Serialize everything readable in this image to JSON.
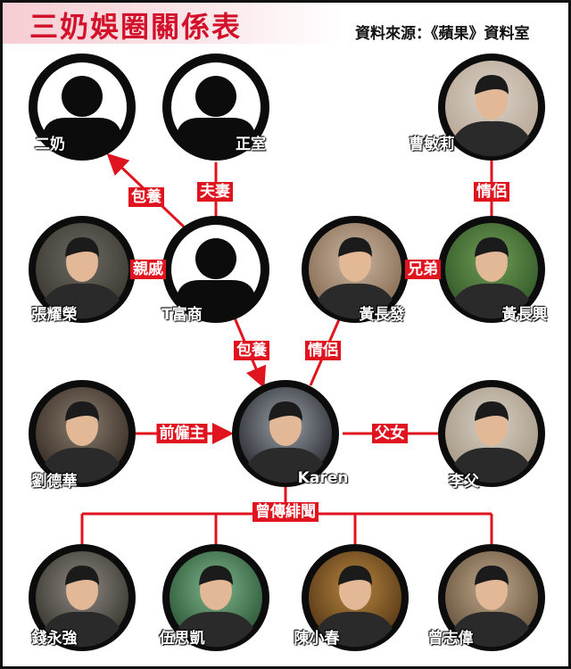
{
  "header": {
    "title": "三奶娛圈關係表",
    "source": "資料來源：《蘋果》資料室"
  },
  "colors": {
    "accent": "#e0141f",
    "title": "#d2112b",
    "circle": "#0c0c0c"
  },
  "people": {
    "ernai": {
      "name": "二奶",
      "icon": "silhouette-icon"
    },
    "zhengshi": {
      "name": "正室",
      "icon": "silhouette-icon"
    },
    "tfushang": {
      "name": "T富商",
      "icon": "silhouette-icon"
    },
    "zhangyaorong": {
      "name": "張耀榮",
      "icon": "portrait-photo"
    },
    "caominli": {
      "name": "曹敏莉",
      "icon": "portrait-photo"
    },
    "huangchangfa": {
      "name": "黃長發",
      "icon": "portrait-photo"
    },
    "huangchangxing": {
      "name": "黃長興",
      "icon": "portrait-photo"
    },
    "liudehua": {
      "name": "劉德華",
      "icon": "portrait-photo"
    },
    "karen": {
      "name": "Karen",
      "icon": "portrait-photo"
    },
    "lifu": {
      "name": "李父",
      "icon": "portrait-photo"
    },
    "qianyongqiang": {
      "name": "錢永強",
      "icon": "portrait-photo"
    },
    "wusikai": {
      "name": "伍思凱",
      "icon": "portrait-photo"
    },
    "chenxiaochun": {
      "name": "陳小春",
      "icon": "portrait-photo"
    },
    "zengzhiwei": {
      "name": "曾志偉",
      "icon": "portrait-photo"
    }
  },
  "relations": {
    "baoyang_1": "包養",
    "fuqi": "夫妻",
    "qinqi": "親戚",
    "qinglv_1": "情侶",
    "xiongdi": "兄弟",
    "baoyang_2": "包養",
    "qinglv_2": "情侶",
    "qianguzhu": "前僱主",
    "funv": "父女",
    "feiwen": "曾傳緋聞"
  }
}
